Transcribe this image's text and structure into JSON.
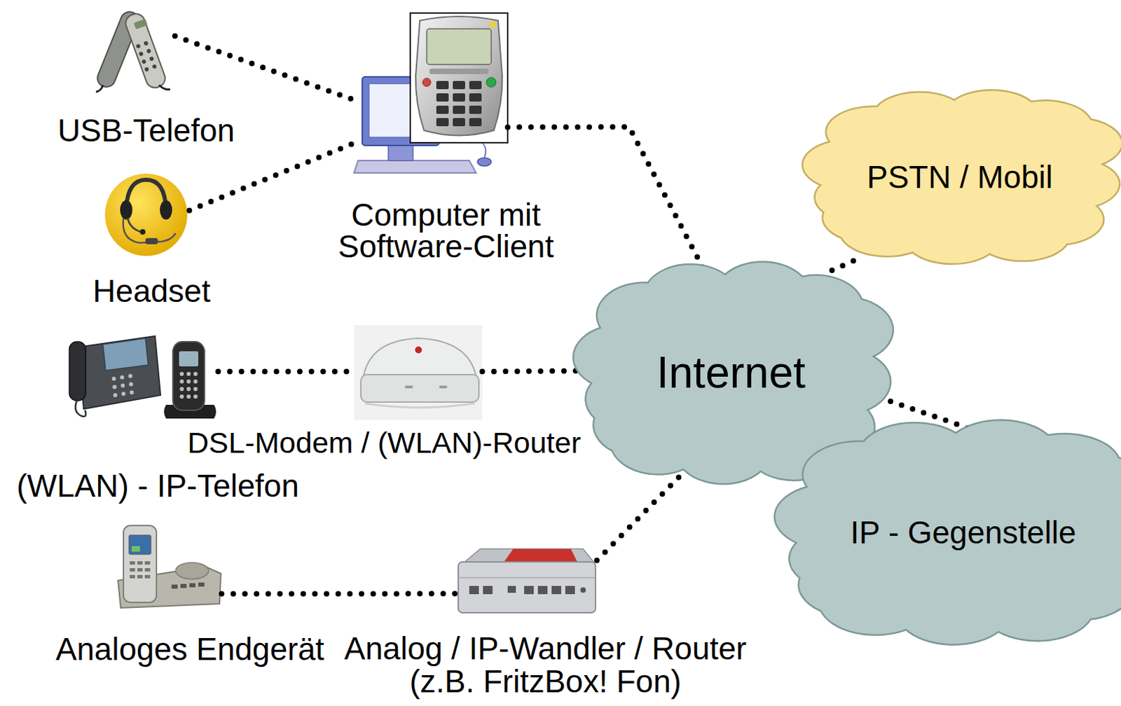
{
  "diagram": {
    "nodes": [
      {
        "text": [
          "USB-Telefon"
        ]
      },
      {
        "text": [
          "Computer mit Software-Client"
        ]
      },
      {
        "text": [
          "PSTN / Mobil"
        ]
      },
      {
        "text": [
          "Headset"
        ]
      },
      {
        "text": [
          "Internet"
        ]
      },
      {
        "text": [
          "(WLAN) - IP-Telefon"
        ]
      },
      {
        "text": [
          "DSL-Modem / (WLAN)-Router"
        ]
      },
      {
        "text": [
          "IP - Gegenstelle"
        ]
      },
      {
        "text": [
          "Analoges Endgerät"
        ]
      },
      {
        "text": [
          "Analog / IP-Wandler / Router (z.B. FritzBox! Fon)"
        ]
      }
    ],
    "edges": [
      {
        "from": 0,
        "to": 1,
        "arrow": "none"
      },
      {
        "from": 3,
        "to": 1,
        "arrow": "none"
      },
      {
        "from": 1,
        "to": 4,
        "arrow": "none"
      },
      {
        "from": 5,
        "to": 6,
        "arrow": "none"
      },
      {
        "from": 6,
        "to": 4,
        "arrow": "none"
      },
      {
        "from": 8,
        "to": 9,
        "arrow": "none"
      },
      {
        "from": 9,
        "to": 4,
        "arrow": "none"
      },
      {
        "from": 4,
        "to": 2,
        "arrow": "none"
      },
      {
        "from": 4,
        "to": 7,
        "arrow": "none"
      }
    ]
  }
}
